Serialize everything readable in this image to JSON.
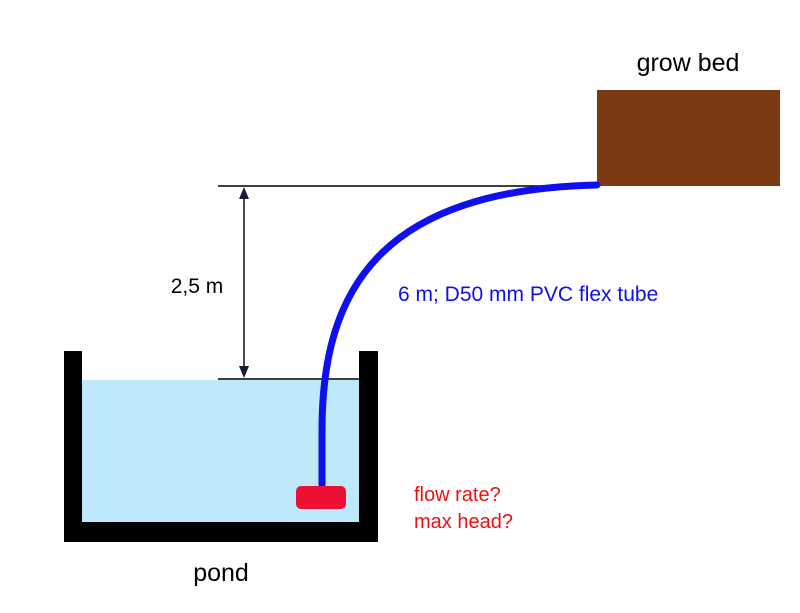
{
  "labels": {
    "grow_bed": "grow bed",
    "height": "2,5 m",
    "tube": "6 m; D50 mm PVC flex tube",
    "pond": "pond",
    "question_flow": "flow rate?",
    "question_head": "max head?"
  },
  "colors": {
    "grow_bed": "#7b3a14",
    "water": "#bde9fb",
    "pond_wall": "#000000",
    "tube": "#1010ee",
    "pump": "#ee1133",
    "tube_label": "#1010ee",
    "question_text": "#ee1111",
    "text": "#000000",
    "dimension_arrow": "#1a1a3a"
  }
}
